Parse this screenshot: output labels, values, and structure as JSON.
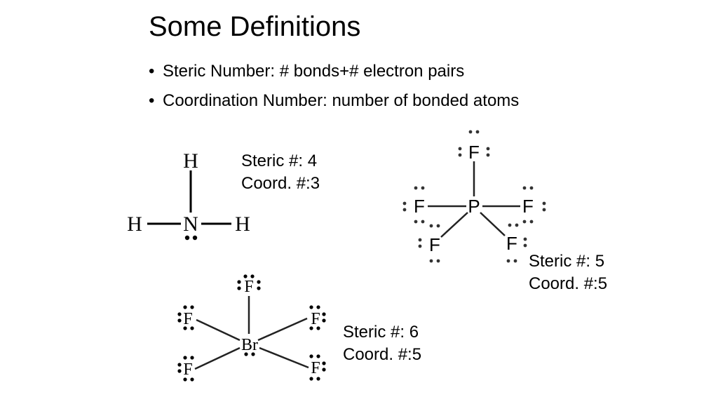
{
  "slide": {
    "title": "Some Definitions",
    "bullets": [
      "Steric Number: # bonds+# electron pairs",
      "Coordination Number: number of bonded atoms"
    ],
    "bullet_marker": "•"
  },
  "molecules": {
    "nh3": {
      "atoms": {
        "center": "N",
        "top": "H",
        "left": "H",
        "right": "H"
      },
      "steric": "Steric #: 4",
      "coord": "Coord. #:3"
    },
    "pf5": {
      "atoms": {
        "center": "P",
        "top": "F",
        "left": "F",
        "right": "F",
        "lower_left": "F",
        "lower_right": "F"
      },
      "steric": "Steric #: 5",
      "coord": "Coord. #:5"
    },
    "brf5": {
      "atoms": {
        "center": "Br",
        "top": "F",
        "upper_left": "F",
        "upper_right": "F",
        "lower_left": "F",
        "lower_right": "F"
      },
      "steric": "Steric #: 6",
      "coord": "Coord. #:5"
    }
  }
}
